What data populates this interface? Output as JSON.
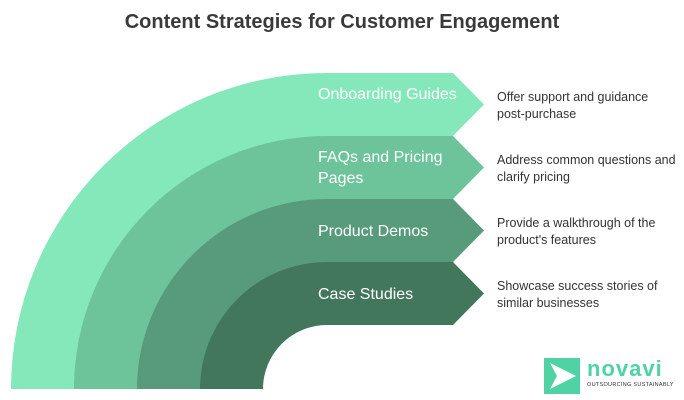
{
  "title": "Content Strategies for Customer Engagement",
  "colors": [
    "#84E8BA",
    "#6DC39A",
    "#589B7B",
    "#43775C"
  ],
  "layers": [
    {
      "label": "Onboarding Guides",
      "description": "Offer support and guidance post-purchase"
    },
    {
      "label": "FAQs and Pricing Pages",
      "description": "Address common questions and clarify pricing"
    },
    {
      "label": "Product Demos",
      "description": "Provide a walkthrough of the product's features"
    },
    {
      "label": "Case Studies",
      "description": "Showcase success stories of similar businesses"
    }
  ],
  "logo": {
    "name": "novavi",
    "tagline": "OUTSOURCING SUSTAINABLY",
    "color": "#4fd3a5"
  }
}
